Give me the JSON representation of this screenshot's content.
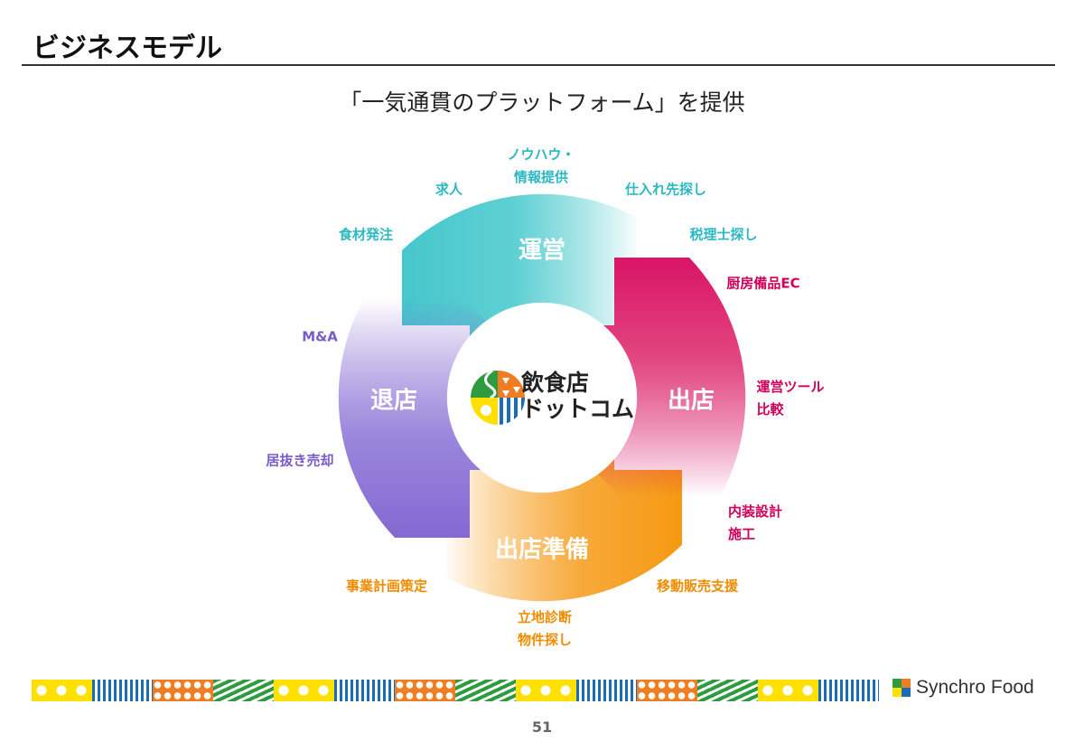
{
  "header": {
    "title": "ビジネスモデル",
    "subtitle": "「一気通貫のプラットフォーム」を提供"
  },
  "center_logo": {
    "line1": "飲食店",
    "line2": "ドットコム"
  },
  "segments": [
    {
      "label": "運営",
      "color": "#3cc4c9"
    },
    {
      "label": "出店",
      "color": "#d6005c"
    },
    {
      "label": "出店準備",
      "color": "#f59200"
    },
    {
      "label": "退店",
      "color": "#7b5cce"
    }
  ],
  "labels": {
    "knowhow1": "ノウハウ・",
    "knowhow2": "情報提供",
    "recruit": "求人",
    "supplier": "仕入れ先探し",
    "food_order": "食材発注",
    "tax": "税理士探し",
    "kitchen": "厨房備品EC",
    "tool1": "運営ツール",
    "tool2": "比較",
    "interior1": "内装設計",
    "interior2": "施工",
    "mobile": "移動販売支援",
    "site1": "立地診断",
    "site2": "物件探し",
    "plan": "事業計画策定",
    "sale": "居抜き売却",
    "ma": "M&A"
  },
  "footer": {
    "brand": "Synchro Food",
    "page": "51"
  }
}
